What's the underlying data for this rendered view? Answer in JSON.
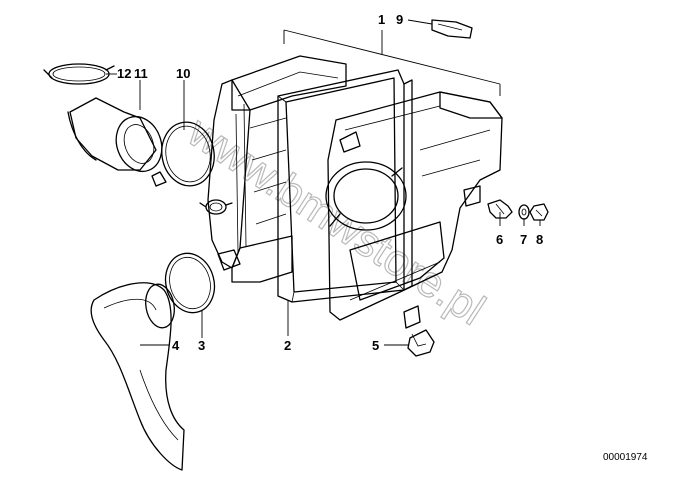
{
  "callouts": {
    "c1": "1",
    "c2": "2",
    "c3": "3",
    "c4": "4",
    "c5": "5",
    "c6": "6",
    "c7": "7",
    "c8": "8",
    "c9": "9",
    "c10": "10",
    "c11": "11",
    "c12": "12"
  },
  "drawing_number": "00001974",
  "watermark": "www.bmwstore.pl"
}
